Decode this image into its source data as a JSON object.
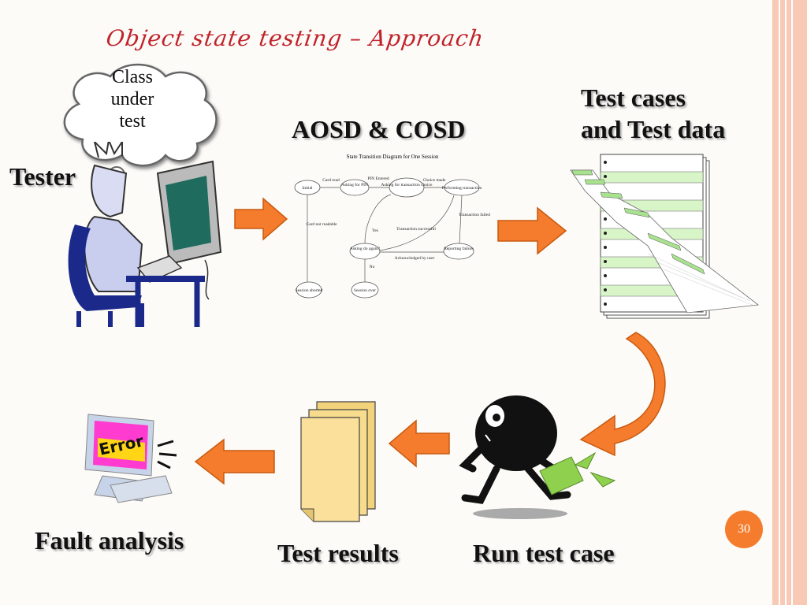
{
  "title": "Object  state  testing – Approach",
  "cloud_text": [
    "Class",
    "under",
    "test"
  ],
  "tester_label": "Tester",
  "aosd_label": "AOSD & COSD",
  "testcases_label": [
    "Test cases",
    "and Test data"
  ],
  "fault_label": "Fault analysis",
  "results_label": "Test results",
  "run_label": "Run test case",
  "error_text": "Error",
  "page_number": "30",
  "std": {
    "title": "State Transition Diagram for One Session",
    "states": [
      "Initial",
      "Asking for PIN",
      "Asking for transaction choice",
      "Performing transaction",
      "Asking do again?",
      "Reporting failure",
      "Session aborted",
      "Session over"
    ],
    "transitions": [
      "Card read",
      "PIN Entered",
      "Choice made",
      "Card not readable",
      "Transaction failed",
      "Transaction successful",
      "Yes",
      "No",
      "Acknowledged by user"
    ]
  },
  "colors": {
    "title": "#c0232a",
    "arrow": "#f47c2c",
    "accent": "#f8c9b5"
  }
}
